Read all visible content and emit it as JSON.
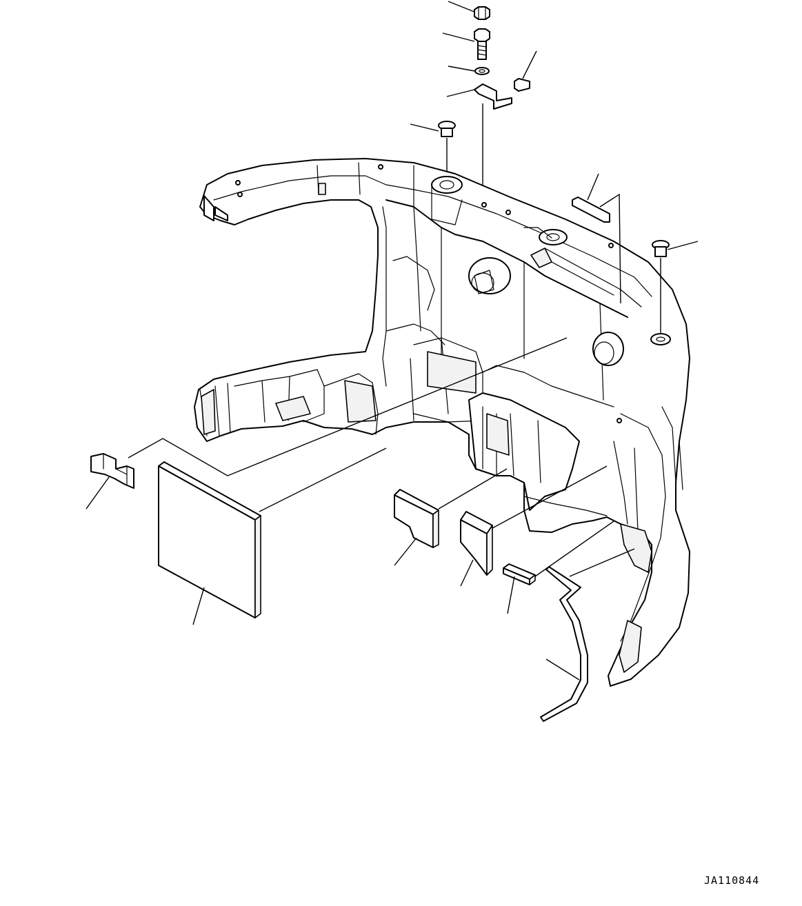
{
  "drawing": {
    "code": "JA110844",
    "parts": [
      {
        "id": "nut",
        "icon": "hex-nut-icon"
      },
      {
        "id": "bolt",
        "icon": "bolt-icon"
      },
      {
        "id": "washer",
        "icon": "washer-icon"
      },
      {
        "id": "bracket",
        "icon": "bracket-icon"
      },
      {
        "id": "pad-small-top",
        "icon": "pad-icon"
      },
      {
        "id": "plug-left",
        "icon": "plug-icon"
      },
      {
        "id": "counterweight",
        "icon": "counterweight-icon"
      },
      {
        "id": "strip-top",
        "icon": "strip-icon"
      },
      {
        "id": "plug-right",
        "icon": "plug-icon"
      },
      {
        "id": "stepped-block",
        "icon": "block-icon"
      },
      {
        "id": "large-plate",
        "icon": "plate-icon"
      },
      {
        "id": "angled-pad",
        "icon": "pad-icon"
      },
      {
        "id": "tall-pad",
        "icon": "pad-icon"
      },
      {
        "id": "small-block",
        "icon": "block-icon"
      },
      {
        "id": "bent-wire",
        "icon": "wire-icon"
      }
    ]
  }
}
